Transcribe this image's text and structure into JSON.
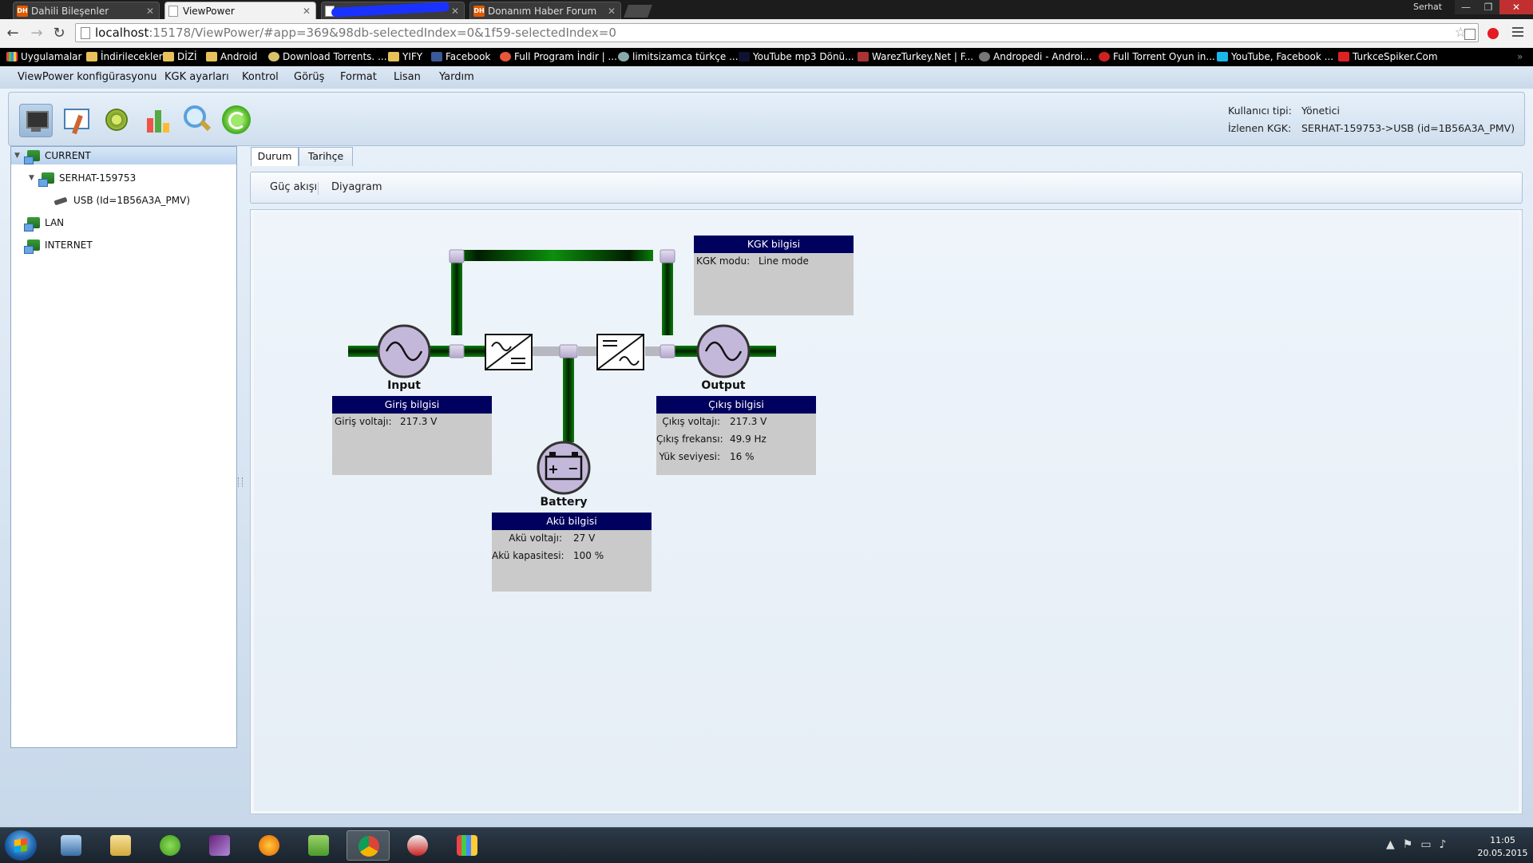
{
  "browser": {
    "tabs": [
      {
        "label": "Dahili Bileşenler",
        "favicon": "DH",
        "active": false
      },
      {
        "label": "ViewPower",
        "favicon": "doc",
        "active": true
      },
      {
        "label": "",
        "favicon": "doc",
        "active": false
      },
      {
        "label": "Donanım Haber Forum",
        "favicon": "DH",
        "active": false
      }
    ],
    "window_user": "Serhat",
    "url_host": "localhost",
    "url_rest": ":15178/ViewPower/#app=369&98db-selectedIndex=0&1f59-selectedIndex=0",
    "bookmarks": [
      {
        "label": "Uygulamalar",
        "icon": "apps-grid-icon"
      },
      {
        "label": "İndirilecekler",
        "icon": "folder-icon"
      },
      {
        "label": "DİZİ",
        "icon": "folder-icon"
      },
      {
        "label": "Android",
        "icon": "folder-icon"
      },
      {
        "label": "Download Torrents. ...",
        "icon": "shield-icon"
      },
      {
        "label": "YIFY",
        "icon": "folder-icon"
      },
      {
        "label": "Facebook",
        "icon": "facebook-icon"
      },
      {
        "label": "Full Program İndir | ...",
        "icon": "site-icon"
      },
      {
        "label": "limitsizamca türkçe ...",
        "icon": "site-icon"
      },
      {
        "label": "YouTube mp3 Dönü...",
        "icon": "site-icon"
      },
      {
        "label": "WarezTurkey.Net | F...",
        "icon": "site-icon"
      },
      {
        "label": "Andropedi - Androi...",
        "icon": "site-icon"
      },
      {
        "label": "Full Torrent Oyun in...",
        "icon": "site-icon"
      },
      {
        "label": "YouTube, Facebook ...",
        "icon": "vimeo-icon"
      },
      {
        "label": "TurkceSpiker.Com",
        "icon": "ts-icon"
      }
    ]
  },
  "app": {
    "menu": [
      "ViewPower konfigürasyonu",
      "KGK ayarları",
      "Kontrol",
      "Görüş",
      "Format",
      "Lisan",
      "Yardım"
    ],
    "user_info": {
      "type_label": "Kullanıcı tipi:",
      "type_value": "Yönetici",
      "monitored_label": "İzlenen KGK:",
      "monitored_value": "SERHAT-159753->USB (id=1B56A3A_PMV)"
    },
    "tree": {
      "current": "CURRENT",
      "host": "SERHAT-159753",
      "device": "USB (Id=1B56A3A_PMV)",
      "lan": "LAN",
      "internet": "INTERNET"
    },
    "tabs": [
      "Durum",
      "Tarihçe"
    ],
    "subtabs": [
      "Güç akışı",
      "Diyagram"
    ],
    "diagram": {
      "input_label": "Input",
      "output_label": "Output",
      "battery_label": "Battery",
      "ups_info": {
        "title": "KGK bilgisi",
        "mode_label": "KGK modu:",
        "mode_value": "Line mode"
      },
      "input_info": {
        "title": "Giriş bilgisi",
        "voltage_label": "Giriş voltajı:",
        "voltage_value": "217.3 V"
      },
      "output_info": {
        "title": "Çıkış bilgisi",
        "voltage_label": "Çıkış voltajı:",
        "voltage_value": "217.3 V",
        "freq_label": "Çıkış frekansı:",
        "freq_value": "49.9 Hz",
        "load_label": "Yük seviyesi:",
        "load_value": "16 %"
      },
      "battery_info": {
        "title": "Akü bilgisi",
        "voltage_label": "Akü voltajı:",
        "voltage_value": "27 V",
        "capacity_label": "Akü kapasitesi:",
        "capacity_value": "100 %"
      },
      "colors": {
        "flow": "#0a7a0a",
        "header": "#00005e",
        "panel": "#cacaca",
        "node": "#c4b8da"
      }
    }
  },
  "taskbar": {
    "apps": [
      "explorer-icon",
      "folder-icon",
      "utorrent-icon",
      "visual-studio-icon",
      "firefox-icon",
      "evernote-icon",
      "chrome-icon",
      "snipping-tool-icon",
      "app-grid-icon"
    ],
    "time": "11:05",
    "date": "20.05.2015"
  }
}
